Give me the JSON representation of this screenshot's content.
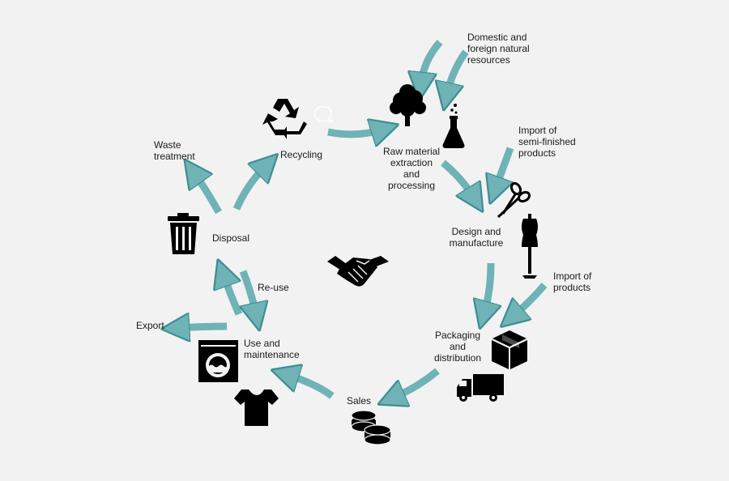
{
  "colors": {
    "arrow_fill": "#6fb3b6",
    "arrow_stroke": "#3d8f93",
    "icon": "#000000",
    "background": "#f2f2f2"
  },
  "labels": {
    "domestic": "Domestic and\nforeign natural\nresources",
    "raw_material": "Raw material\nextraction\nand\nprocessing",
    "import_semi": "Import of\nsemi-finished\nproducts",
    "design": "Design and\nmanufacture",
    "import_products": "Import of\nproducts",
    "packaging": "Packaging\nand\ndistribution",
    "sales": "Sales",
    "use": "Use and\nmaintenance",
    "export": "Export",
    "reuse": "Re-use",
    "disposal": "Disposal",
    "waste": "Waste\ntreatment",
    "recycling": "Recycling"
  },
  "icons": [
    "recycle-icon",
    "tree-icon",
    "flask-icon",
    "scissors-icon",
    "dress-form-icon",
    "box-icon",
    "truck-icon",
    "coins-icon",
    "tshirt-icon",
    "washing-machine-icon",
    "trash-can-icon",
    "handshake-icon"
  ]
}
